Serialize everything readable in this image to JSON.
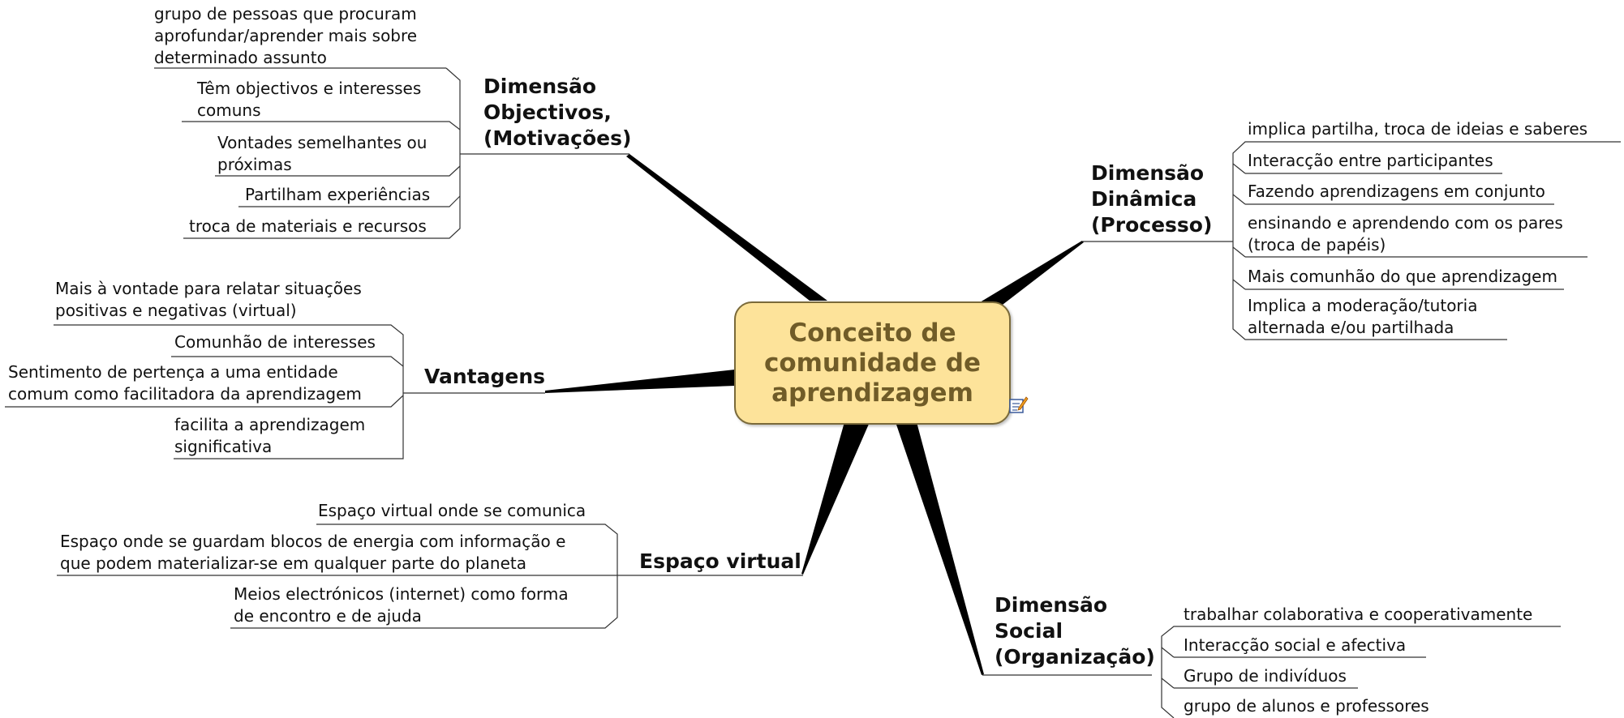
{
  "center": {
    "lines": [
      "Conceito de",
      "comunidade de",
      "aprendizagem"
    ],
    "fill": "#fde39a",
    "text_color": "#705c28",
    "icon": "note-edit-icon"
  },
  "branches": {
    "objectivos": {
      "title": [
        "Dimensão",
        "Objectivos,",
        "(Motivações)"
      ],
      "items": [
        [
          "grupo de pessoas que procuram",
          "aprofundar/aprender mais sobre",
          "determinado assunto"
        ],
        [
          "Têm objectivos e interesses",
          "comuns"
        ],
        [
          "Vontades semelhantes ou",
          "próximas"
        ],
        [
          "Partilham experiências"
        ],
        [
          "troca de materiais e recursos"
        ]
      ]
    },
    "vantagens": {
      "title": [
        "Vantagens"
      ],
      "items": [
        [
          "Mais à vontade para relatar situações",
          "positivas e negativas (virtual)"
        ],
        [
          "Comunhão de interesses"
        ],
        [
          "Sentimento de pertença a uma entidade",
          "comum como facilitadora da aprendizagem"
        ],
        [
          "facilita a aprendizagem",
          "significativa"
        ]
      ]
    },
    "espaco": {
      "title": [
        "Espaço virtual"
      ],
      "items": [
        [
          "Espaço virtual onde se comunica"
        ],
        [
          "Espaço onde se guardam blocos de energia com informação e",
          "que podem materializar-se em qualquer parte do planeta"
        ],
        [
          "Meios electrónicos (internet) como forma",
          "de encontro e de ajuda"
        ]
      ]
    },
    "dinamica": {
      "title": [
        "Dimensão",
        "Dinâmica",
        "(Processo)"
      ],
      "items": [
        [
          "implica partilha, troca de ideias e saberes"
        ],
        [
          "Interacção entre participantes"
        ],
        [
          "Fazendo aprendizagens em conjunto"
        ],
        [
          "ensinando e aprendendo com os pares",
          "(troca de papéis)"
        ],
        [
          "Mais comunhão do que aprendizagem"
        ],
        [
          "Implica a moderação/tutoria",
          "alternada e/ou partilhada"
        ]
      ]
    },
    "social": {
      "title": [
        "Dimensão",
        "Social",
        "(Organização)"
      ],
      "items": [
        [
          "trabalhar colaborativa e cooperativamente"
        ],
        [
          "Interacção social e afectiva"
        ],
        [
          "Grupo de indivíduos"
        ],
        [
          "grupo de alunos e professores"
        ]
      ]
    }
  }
}
